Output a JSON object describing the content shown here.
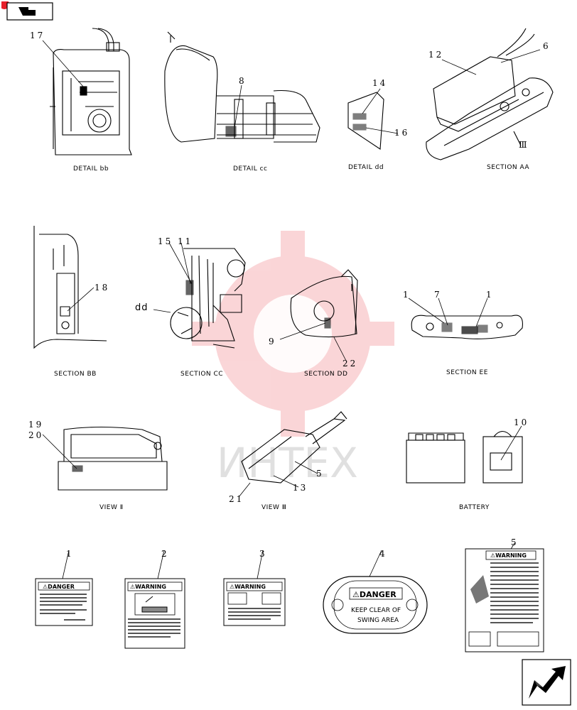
{
  "watermark": {
    "text": "ИНТЕХ",
    "color": "#f4a3a8"
  },
  "colors": {
    "accent": "#e8202a",
    "line": "#000000"
  },
  "captions": {
    "detail_bb": "DETAIL bb",
    "detail_cc": "DETAIL cc",
    "detail_dd": "DETAIL dd",
    "section_aa": "SECTION AA",
    "section_bb": "SECTION BB",
    "section_cc": "SECTION CC",
    "section_dd": "SECTION DD",
    "section_ee": "SECTION EE",
    "view_1": "VIEW Ⅱ",
    "view_2": "VIEW Ⅲ",
    "battery": "BATTERY"
  },
  "callouts": {
    "c17": "17",
    "c8": "8",
    "c14": "14",
    "c16": "16",
    "c12": "12",
    "c6": "6",
    "c3roman": "Ⅲ",
    "c18": "18",
    "c15": "15",
    "c11": "11",
    "dd": "dd",
    "c9": "9",
    "c22": "22",
    "c1a": "1",
    "c7": "7",
    "c1b": "1",
    "c19": "19",
    "c20": "20",
    "c21": "21",
    "c13": "13",
    "c5a": "5",
    "c10": "10",
    "d1": "1",
    "d2": "2",
    "d3": "3",
    "d4": "4",
    "d5": "5"
  },
  "decals": {
    "danger_header": "⚠DANGER",
    "warning_header": "⚠WARNING",
    "d4_line1": "KEEP CLEAR OF",
    "d4_line2": "SWING  AREA"
  },
  "nav": {
    "top_icon": "page-back-icon",
    "bottom_icon": "next-page-arrow-icon"
  }
}
